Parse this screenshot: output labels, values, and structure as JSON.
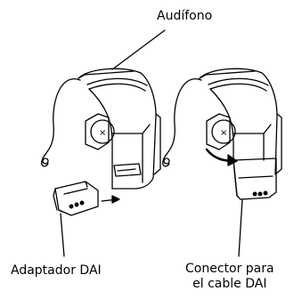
{
  "labels": {
    "hearing_aid": "Audífono",
    "dai_adapter": "Adaptador DAI",
    "dai_cable_connector_line1": "Conector para",
    "dai_cable_connector_line2": "el cable DAI"
  },
  "colors": {
    "ink": "#000000",
    "background": "#ffffff"
  }
}
